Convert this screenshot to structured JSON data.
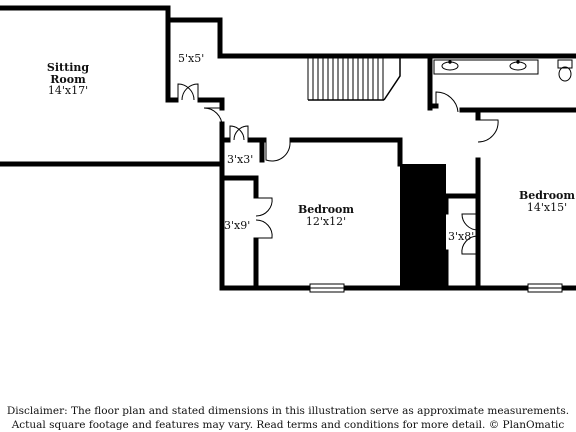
{
  "rooms": {
    "sitting_room": {
      "name_line1": "Sitting",
      "name_line2": "Room",
      "dims": "14'x17'"
    },
    "bedroom_center": {
      "name": "Bedroom",
      "dims": "12'x12'"
    },
    "bedroom_right": {
      "name": "Bedroom",
      "dims": "14'x15'"
    }
  },
  "closets": {
    "top_closet": "5'x5'",
    "small_closet": "3'x3'",
    "left_closet": "3'x9'",
    "right_closet": "3'x8'"
  },
  "disclaimer": {
    "line1": "Disclaimer: The floor plan and stated dimensions in this illustration serve as approximate measurements.",
    "line2": "Actual square footage and features may vary. Read terms and conditions for more detail. © PlanOmatic"
  },
  "colors": {
    "wall": "#000000",
    "background": "#ffffff"
  }
}
